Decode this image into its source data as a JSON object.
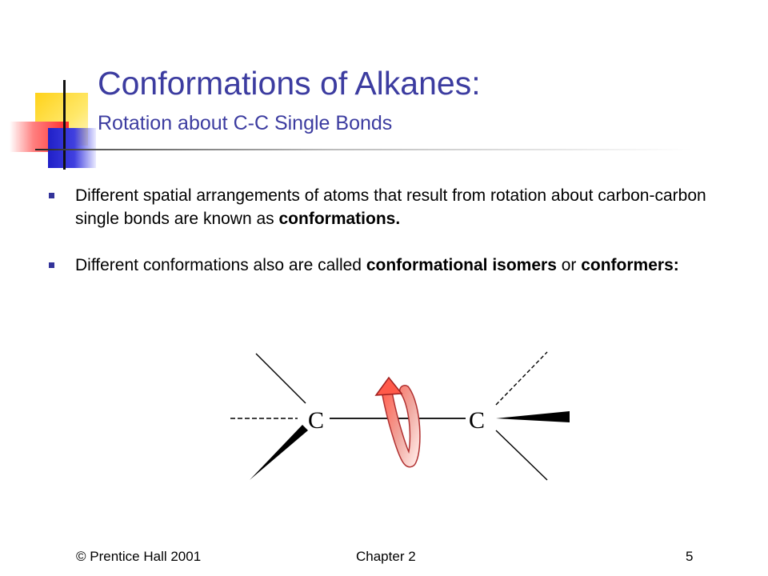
{
  "slide": {
    "title": "Conformations of Alkanes:",
    "subtitle": "Rotation about C-C Single Bonds",
    "bullets": [
      {
        "text_before": "Different spatial arrangements of atoms that result from rotation about carbon-carbon single bonds are known as ",
        "bold": "conformations.",
        "text_after": "",
        "bold2": ""
      },
      {
        "text_before": "Different conformations also are called ",
        "bold": "conformational isomers",
        "text_after": " or ",
        "bold2": "conformers:"
      }
    ],
    "figure": {
      "atom_left": "C",
      "atom_right": "C"
    },
    "footer": {
      "left": "© Prentice Hall 2001",
      "center": "Chapter 2",
      "right": "5"
    },
    "colors": {
      "title": "#3c3ca0",
      "bullet_marker": "#33339a",
      "arrow": "#e05050",
      "deco_yellow": "#ffd21a",
      "deco_blue": "#2020c8",
      "deco_red": "#ff2a2a"
    }
  }
}
